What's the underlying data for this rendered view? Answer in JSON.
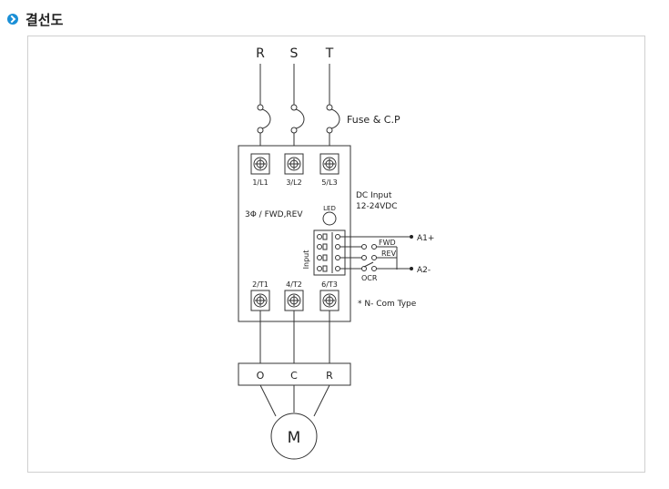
{
  "section": {
    "title": "결선도"
  },
  "diagram": {
    "phases": [
      "R",
      "S",
      "T"
    ],
    "fuse_label": "Fuse & C.P",
    "line_terminals": [
      "1/L1",
      "3/L2",
      "5/L3"
    ],
    "load_terminals": [
      "2/T1",
      "4/T2",
      "6/T3"
    ],
    "device_label": "3Φ / FWD,REV",
    "led_label": "LED",
    "dc_input_line1": "DC Input",
    "dc_input_line2": "12-24VDC",
    "input_label": "Input",
    "a1": "A1+",
    "a2": "A2-",
    "fwd": "FWD",
    "rev": "REV",
    "ocr": "OCR",
    "note": "* N- Com Type",
    "motor_terminals": [
      "O",
      "C",
      "R"
    ],
    "motor": "M"
  }
}
